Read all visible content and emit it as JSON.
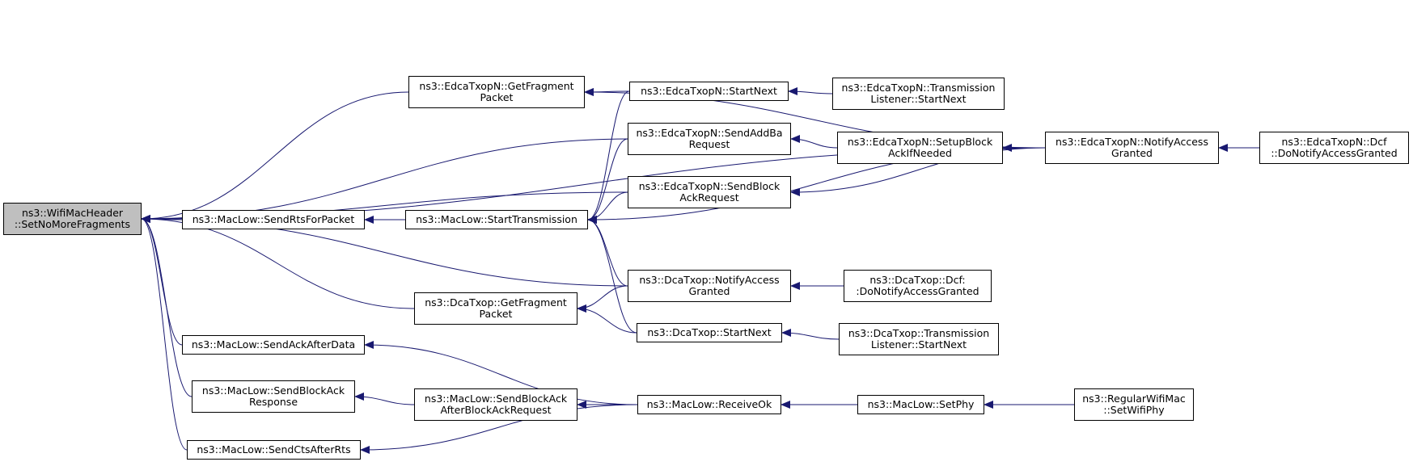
{
  "colors": {
    "edge": "#191970",
    "focus_fill": "#bfbfbf",
    "node_fill": "#ffffff",
    "border": "#000000"
  },
  "nodes": {
    "setnomorefragments": {
      "lines": [
        "ns3::WifiMacHeader",
        "::SetNoMoreFragments"
      ]
    },
    "edca_getfragmentpacket": {
      "lines": [
        "ns3::EdcaTxopN::GetFragment",
        "Packet"
      ]
    },
    "edca_startnext": {
      "lines": [
        "ns3::EdcaTxopN::StartNext"
      ]
    },
    "edca_transmissionlistener_startnext": {
      "lines": [
        "ns3::EdcaTxopN::Transmission",
        "Listener::StartNext"
      ]
    },
    "edca_sendaddbarequest": {
      "lines": [
        "ns3::EdcaTxopN::SendAddBa",
        "Request"
      ]
    },
    "edca_setupblockackifneeded": {
      "lines": [
        "ns3::EdcaTxopN::SetupBlock",
        "AckIfNeeded"
      ]
    },
    "edca_notifyaccessgranted": {
      "lines": [
        "ns3::EdcaTxopN::NotifyAccess",
        "Granted"
      ]
    },
    "edca_dcf_donotifyaccessgranted": {
      "lines": [
        "ns3::EdcaTxopN::Dcf",
        "::DoNotifyAccessGranted"
      ]
    },
    "edca_sendblockackrequest": {
      "lines": [
        "ns3::EdcaTxopN::SendBlock",
        "AckRequest"
      ]
    },
    "maclow_sendrtsforpacket": {
      "lines": [
        "ns3::MacLow::SendRtsForPacket"
      ]
    },
    "maclow_starttransmission": {
      "lines": [
        "ns3::MacLow::StartTransmission"
      ]
    },
    "dca_notifyaccessgranted": {
      "lines": [
        "ns3::DcaTxop::NotifyAccess",
        "Granted"
      ]
    },
    "dca_dcf_donotifyaccessgranted": {
      "lines": [
        "ns3::DcaTxop::Dcf:",
        ":DoNotifyAccessGranted"
      ]
    },
    "dca_getfragmentpacket": {
      "lines": [
        "ns3::DcaTxop::GetFragment",
        "Packet"
      ]
    },
    "dca_startnext": {
      "lines": [
        "ns3::DcaTxop::StartNext"
      ]
    },
    "dca_transmissionlistener_startnext": {
      "lines": [
        "ns3::DcaTxop::Transmission",
        "Listener::StartNext"
      ]
    },
    "maclow_sendackafterdata": {
      "lines": [
        "ns3::MacLow::SendAckAfterData"
      ]
    },
    "maclow_sendblockackresponse": {
      "lines": [
        "ns3::MacLow::SendBlockAck",
        "Response"
      ]
    },
    "maclow_sendblockackafterblockackrequest": {
      "lines": [
        "ns3::MacLow::SendBlockAck",
        "AfterBlockAckRequest"
      ]
    },
    "maclow_receiveok": {
      "lines": [
        "ns3::MacLow::ReceiveOk"
      ]
    },
    "maclow_setphy": {
      "lines": [
        "ns3::MacLow::SetPhy"
      ]
    },
    "regularwifimac_setwifiphy": {
      "lines": [
        "ns3::RegularWifiMac",
        "::SetWifiPhy"
      ]
    },
    "maclow_sendctsafterrts": {
      "lines": [
        "ns3::MacLow::SendCtsAfterRts"
      ]
    }
  },
  "edges": [
    {
      "from": "edca_notifyaccessgranted",
      "to": "setnomorefragments"
    },
    {
      "from": "edca_getfragmentpacket",
      "to": "setnomorefragments"
    },
    {
      "from": "edca_sendaddbarequest",
      "to": "setnomorefragments"
    },
    {
      "from": "edca_sendblockackrequest",
      "to": "setnomorefragments"
    },
    {
      "from": "maclow_sendrtsforpacket",
      "to": "setnomorefragments"
    },
    {
      "from": "dca_notifyaccessgranted",
      "to": "setnomorefragments"
    },
    {
      "from": "dca_getfragmentpacket",
      "to": "setnomorefragments"
    },
    {
      "from": "maclow_sendackafterdata",
      "to": "setnomorefragments"
    },
    {
      "from": "maclow_sendblockackresponse",
      "to": "setnomorefragments"
    },
    {
      "from": "maclow_sendctsafterrts",
      "to": "setnomorefragments"
    },
    {
      "from": "edca_startnext",
      "to": "edca_getfragmentpacket"
    },
    {
      "from": "edca_notifyaccessgranted",
      "to": "edca_getfragmentpacket"
    },
    {
      "from": "edca_transmissionlistener_startnext",
      "to": "edca_startnext"
    },
    {
      "from": "edca_setupblockackifneeded",
      "to": "edca_sendaddbarequest"
    },
    {
      "from": "edca_notifyaccessgranted",
      "to": "edca_setupblockackifneeded"
    },
    {
      "from": "edca_dcf_donotifyaccessgranted",
      "to": "edca_notifyaccessgranted"
    },
    {
      "from": "edca_notifyaccessgranted",
      "to": "edca_sendblockackrequest"
    },
    {
      "from": "maclow_starttransmission",
      "to": "maclow_sendrtsforpacket"
    },
    {
      "from": "edca_startnext",
      "to": "maclow_starttransmission"
    },
    {
      "from": "edca_sendaddbarequest",
      "to": "maclow_starttransmission"
    },
    {
      "from": "edca_sendblockackrequest",
      "to": "maclow_starttransmission"
    },
    {
      "from": "edca_notifyaccessgranted",
      "to": "maclow_starttransmission"
    },
    {
      "from": "dca_notifyaccessgranted",
      "to": "maclow_starttransmission"
    },
    {
      "from": "dca_startnext",
      "to": "maclow_starttransmission"
    },
    {
      "from": "dca_dcf_donotifyaccessgranted",
      "to": "dca_notifyaccessgranted"
    },
    {
      "from": "dca_notifyaccessgranted",
      "to": "dca_getfragmentpacket"
    },
    {
      "from": "dca_startnext",
      "to": "dca_getfragmentpacket"
    },
    {
      "from": "dca_transmissionlistener_startnext",
      "to": "dca_startnext"
    },
    {
      "from": "maclow_receiveok",
      "to": "maclow_sendackafterdata"
    },
    {
      "from": "maclow_sendblockackafterblockackrequest",
      "to": "maclow_sendblockackresponse"
    },
    {
      "from": "maclow_receiveok",
      "to": "maclow_sendblockackafterblockackrequest"
    },
    {
      "from": "maclow_setphy",
      "to": "maclow_receiveok"
    },
    {
      "from": "regularwifimac_setwifiphy",
      "to": "maclow_setphy"
    },
    {
      "from": "maclow_receiveok",
      "to": "maclow_sendctsafterrts"
    }
  ]
}
